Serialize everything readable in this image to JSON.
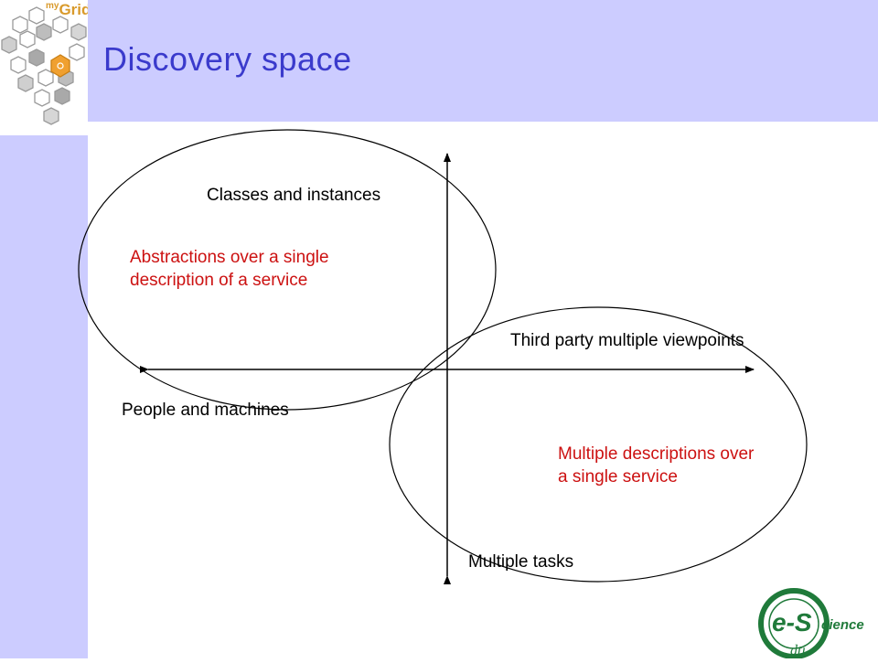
{
  "slide": {
    "title": "Discovery space"
  },
  "logo": {
    "brand_prefix": "my",
    "brand_main": "Grid",
    "icon": "hexagon-cluster-icon"
  },
  "diagram": {
    "vertical_top": "Classes and instances",
    "vertical_bottom": "Multiple tasks",
    "horizontal_left": "People and machines",
    "horizontal_right": "Third party multiple viewpoints",
    "ellipse_upper_text": "Abstractions over a single description of a service",
    "ellipse_lower_text": "Multiple descriptions over a single service"
  },
  "badge": {
    "text_main": "e-S",
    "text_suffix": "cience",
    "text_sub": "dti",
    "icon": "e-science-seal-icon"
  },
  "colors": {
    "band": "#ccccff",
    "title": "#3a3acc",
    "highlight_text": "#cc1111",
    "logo_orange": "#d99a2b",
    "badge_green": "#1f7a3a"
  }
}
